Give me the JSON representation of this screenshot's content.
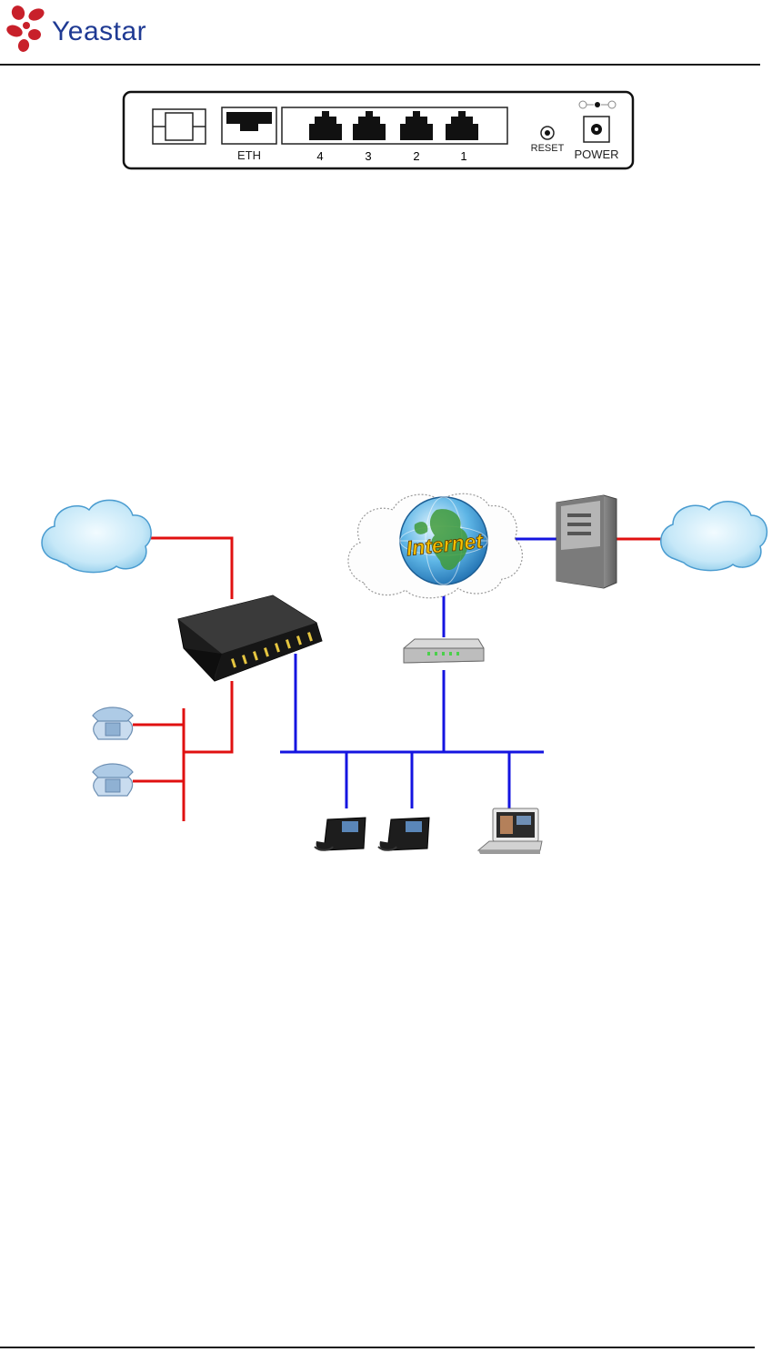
{
  "header": {
    "logo_text": "Yeastar",
    "brand_color": "#c8202a",
    "logo_text_color": "#1f3a93"
  },
  "panel": {
    "eth_label": "ETH",
    "lan_ports": [
      "4",
      "3",
      "2",
      "1"
    ],
    "reset_label": "RESET",
    "power_label": "POWER"
  },
  "diagram": {
    "internet_label": "Internet",
    "line_colors": {
      "pstn": "#e01010",
      "network": "#1414e0"
    },
    "icons": [
      "pstn-cloud-icon",
      "internet-globe-icon",
      "server-tower-icon",
      "pstn-cloud-icon",
      "voip-gateway-icon",
      "network-switch-icon",
      "analog-phone-icon",
      "ip-phone-icon",
      "laptop-icon"
    ]
  }
}
